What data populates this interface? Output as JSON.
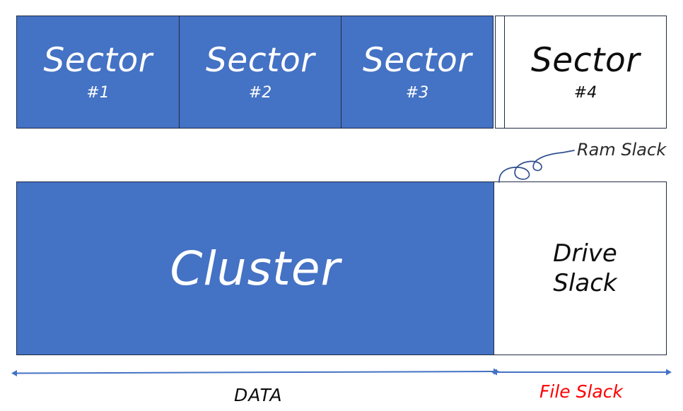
{
  "diagram": {
    "title": "Disk sector / cluster slack space diagram",
    "colors": {
      "fill_blue": "#4472C4",
      "outline": "#1f2a44",
      "arrow_blue": "#4472C4",
      "file_slack_red": "#FF0000",
      "text_white": "#FFFFFF",
      "text_black": "#0D0D0D"
    },
    "sector_row": {
      "sectors": [
        {
          "title": "Sector",
          "number": "#1",
          "state": "used"
        },
        {
          "title": "Sector",
          "number": "#2",
          "state": "used"
        },
        {
          "title": "Sector",
          "number": "#3",
          "state": "used"
        },
        {
          "title": "Sector",
          "number": "#4",
          "state": "free"
        }
      ],
      "ram_slack_strip": {
        "label": ""
      }
    },
    "cluster_row": {
      "cluster_label": "Cluster",
      "drive_slack_label": "Drive\nSlack",
      "ram_slack_strip": {
        "label": ""
      }
    },
    "annotations": {
      "ram_slack": "Ram Slack",
      "data": "DATA",
      "file_slack": "File Slack"
    }
  }
}
